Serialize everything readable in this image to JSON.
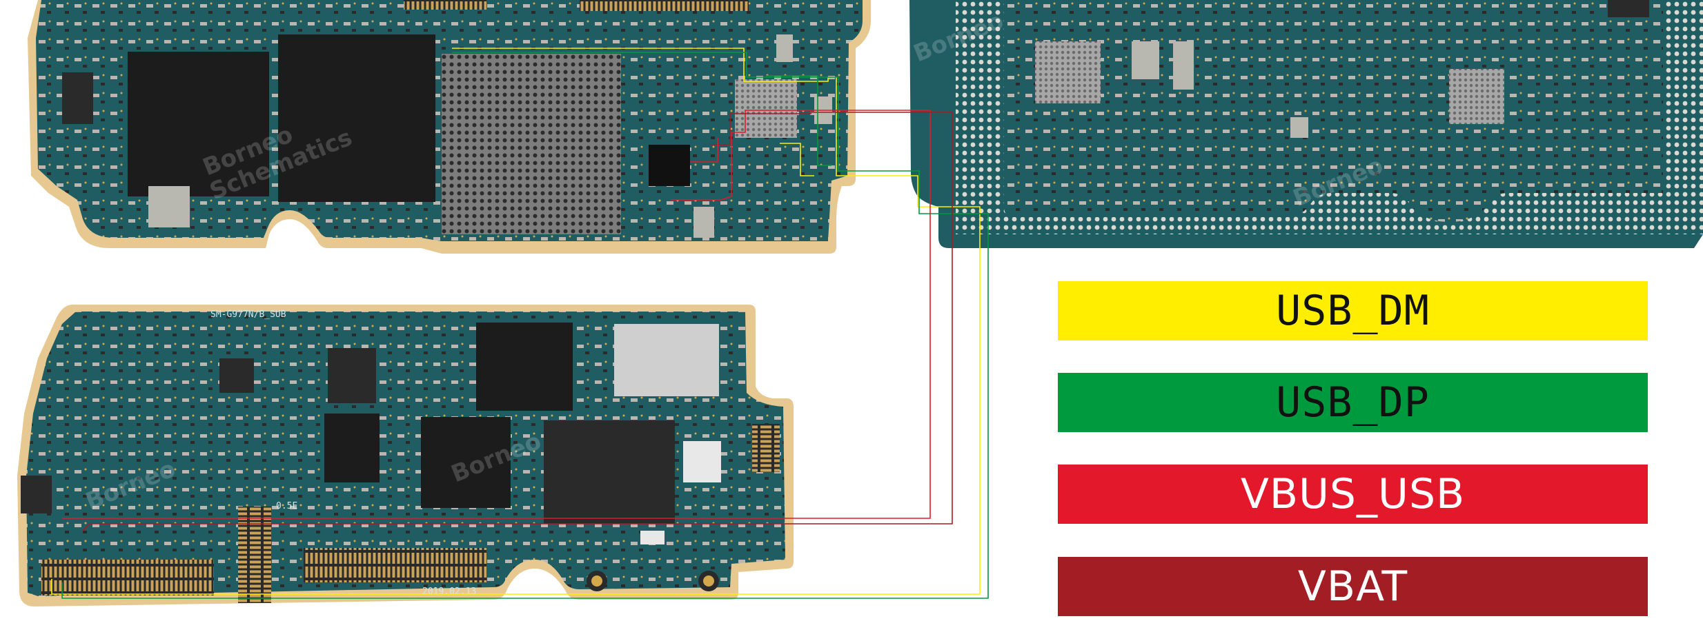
{
  "legend": {
    "items": [
      {
        "label": "USB_DM",
        "background": "#ffee00",
        "text_color": "#111111"
      },
      {
        "label": "USB_DP",
        "background": "#009a3e",
        "text_color": "#111111"
      },
      {
        "label": "VBUS_USB",
        "background": "#e3182a",
        "text_color": "#ffffff"
      },
      {
        "label": "VBAT",
        "background": "#a31d24",
        "text_color": "#ffffff"
      }
    ]
  },
  "boards": {
    "sub_board": {
      "model_label": "SM-G977N/B_SUB",
      "date_label": "2019.02.13",
      "marker_label": "0.5E"
    },
    "watermark_text": [
      "Borneo",
      "Schematics"
    ]
  },
  "colors": {
    "pcb": "#1f5d63",
    "pcb_dark": "#164a4f",
    "pcb_edge": "#e7c890",
    "gold_pad": "#d4a94c",
    "chip_black": "#1a1a1a",
    "chip_grey": "#9a9a9a",
    "usb_dm": "#ffee00",
    "usb_dp": "#009a3e",
    "vbus_usb": "#e3182a",
    "vbat": "#a31d24"
  }
}
